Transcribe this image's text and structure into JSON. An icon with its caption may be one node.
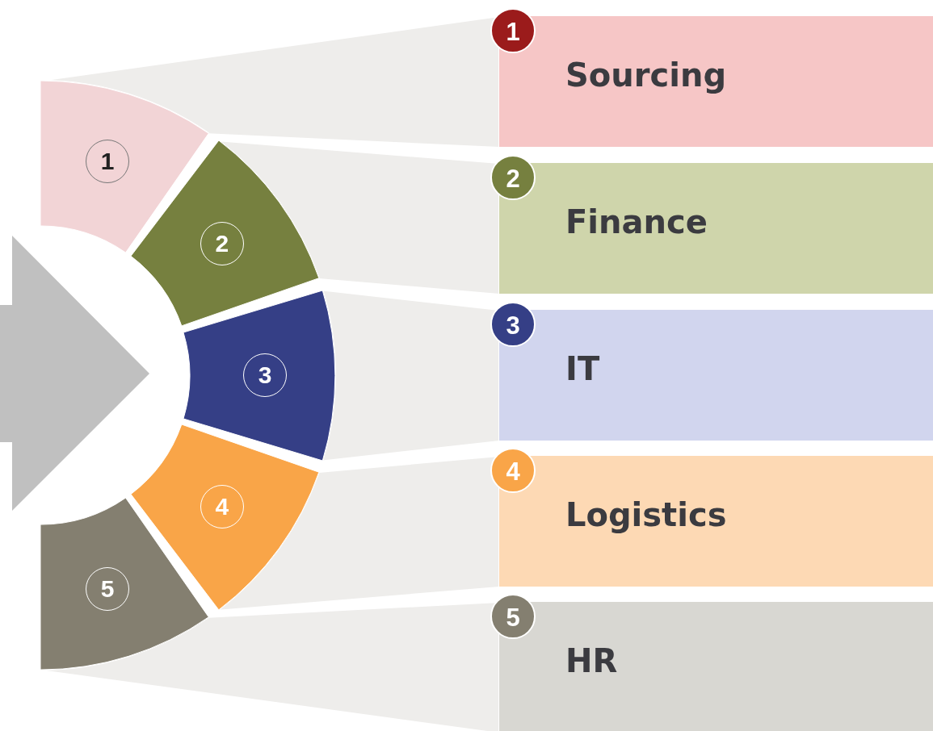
{
  "diagram": {
    "nodes": [
      {
        "text": [],
        "shape": "arrow"
      },
      {
        "text": [
          "1"
        ]
      },
      {
        "text": [
          "2"
        ]
      },
      {
        "text": [
          "3"
        ]
      },
      {
        "text": [
          "4"
        ]
      },
      {
        "text": [
          "5"
        ]
      },
      {
        "text": [
          "1",
          "Sourcing"
        ]
      },
      {
        "text": [
          "2",
          "Finance"
        ]
      },
      {
        "text": [
          "3",
          "IT"
        ]
      },
      {
        "text": [
          "4",
          "Logistics"
        ]
      },
      {
        "text": [
          "5",
          "HR"
        ]
      }
    ],
    "edges": [
      {
        "from": 1,
        "to": 6,
        "arrow": "none"
      },
      {
        "from": 2,
        "to": 7,
        "arrow": "none"
      },
      {
        "from": 3,
        "to": 8,
        "arrow": "none"
      },
      {
        "from": 4,
        "to": 9,
        "arrow": "none"
      },
      {
        "from": 5,
        "to": 10,
        "arrow": "none"
      }
    ]
  }
}
